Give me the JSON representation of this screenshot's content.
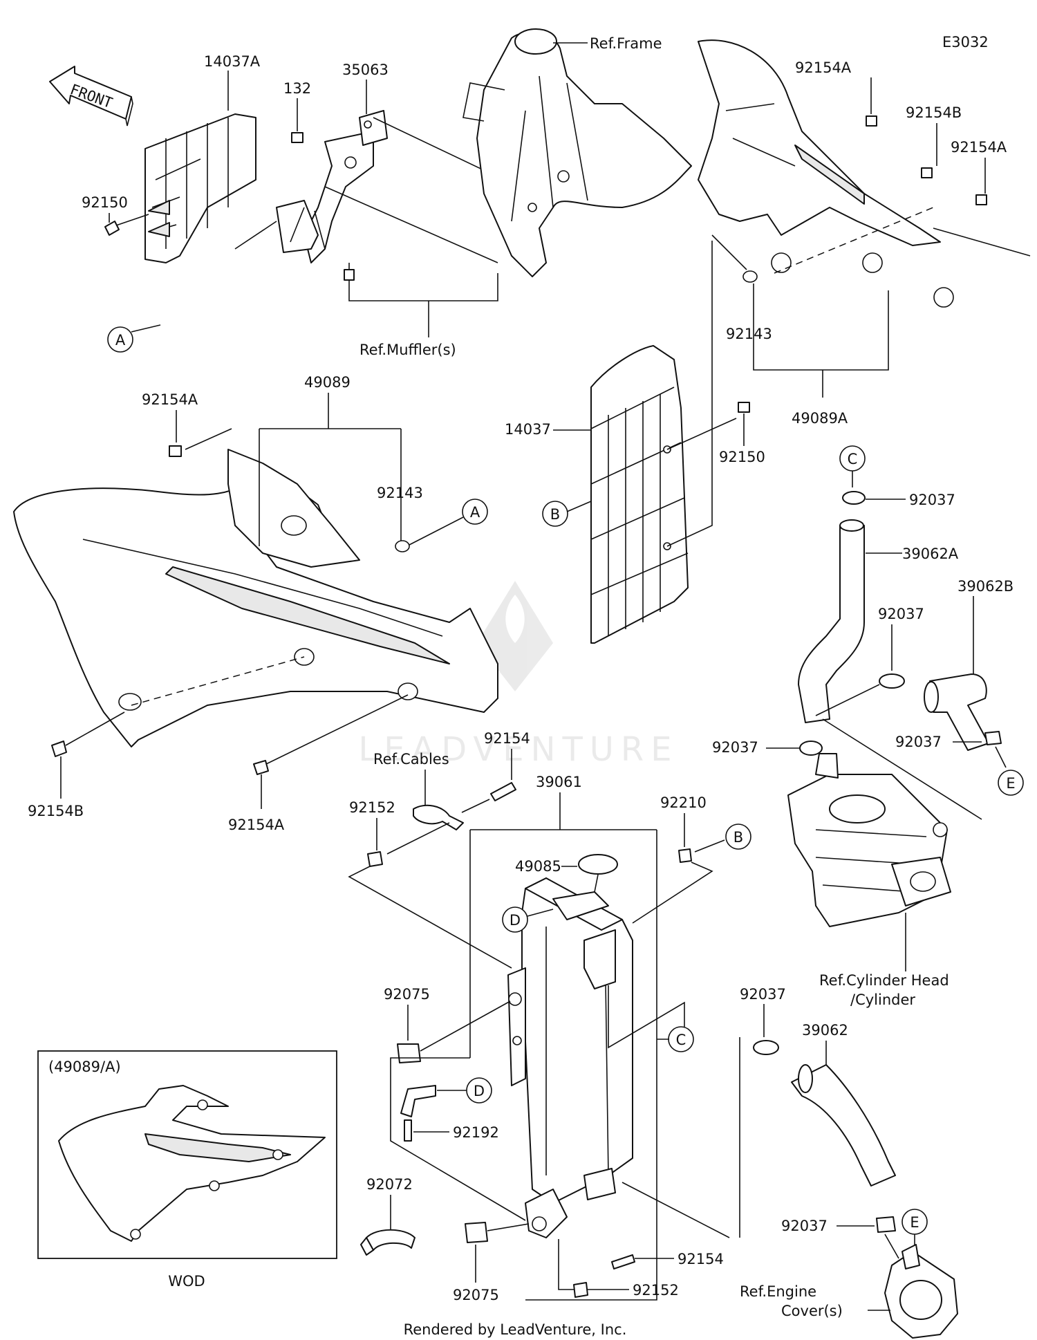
{
  "diagram_code": "E3032",
  "front_label": "FRONT",
  "footer": "Rendered by LeadVenture, Inc.",
  "watermark": "LEADVENTURE",
  "references": {
    "frame": "Ref.Frame",
    "mufflers": "Ref.Muffler(s)",
    "cables": "Ref.Cables",
    "cyl_head_1": "Ref.Cylinder Head",
    "cyl_head_2": "/Cylinder",
    "engine_cover_1": "Ref.Engine",
    "engine_cover_2": "Cover(s)"
  },
  "inset": {
    "title": "(49089/A)",
    "caption": "WOD"
  },
  "callouts": {
    "A": "A",
    "B": "B",
    "C": "C",
    "D": "D",
    "E": "E"
  },
  "parts": {
    "p14037A": "14037A",
    "p35063": "35063",
    "p132": "132",
    "p92150a": "92150",
    "p92150b": "92150",
    "p92154A_tr1": "92154A",
    "p92154B_tr": "92154B",
    "p92154A_tr2": "92154A",
    "p92143_r": "92143",
    "p49089A": "49089A",
    "p49089": "49089",
    "p92154A_l1": "92154A",
    "p92143_l": "92143",
    "p14037": "14037",
    "p92037_c": "92037",
    "p39062A": "39062A",
    "p39062B": "39062B",
    "p92037_m": "92037",
    "p92037_l": "92037",
    "p92037_r": "92037",
    "p92154B_l": "92154B",
    "p92154A_l2": "92154A",
    "p92154_top": "92154",
    "p39061": "39061",
    "p92210": "92210",
    "p92152_top": "92152",
    "p49085": "49085",
    "p92075_top": "92075",
    "p92192": "92192",
    "p92072": "92072",
    "p92075_bot": "92075",
    "p92154_bot": "92154",
    "p92152_bot": "92152",
    "p92037_bl": "92037",
    "p39062": "39062",
    "p92037_b2": "92037"
  }
}
